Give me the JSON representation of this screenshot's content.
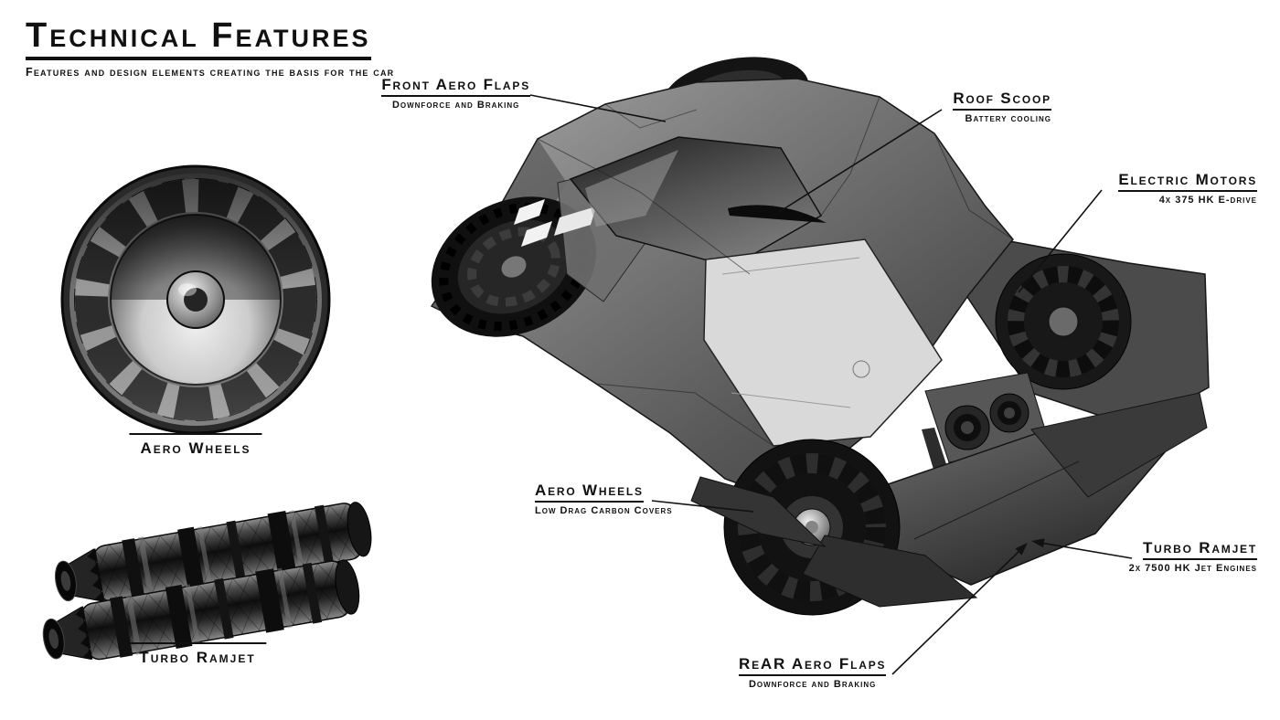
{
  "header": {
    "title": "Technical Features",
    "subtitle": "Features and design elements creating the basis for the car"
  },
  "insets": {
    "wheel": {
      "label": "Aero Wheels"
    },
    "ramjet": {
      "label": "Turbo Ramjet"
    }
  },
  "callouts": {
    "front_aero_flaps": {
      "label": "Front Aero Flaps",
      "sub": "Downforce and Braking"
    },
    "roof_scoop": {
      "label": "Roof Scoop",
      "sub": "Battery cooling"
    },
    "electric_motors": {
      "label": "Electric Motors",
      "sub": "4x 375 HK E-drive"
    },
    "aero_wheels": {
      "label": "Aero Wheels",
      "sub": "Low Drag Carbon Covers"
    },
    "turbo_ramjet": {
      "label": "Turbo Ramjet",
      "sub": "2x 7500 HK Jet Engines"
    },
    "rear_aero_flaps": {
      "label": "ReAR Aero Flaps",
      "sub": "Downforce and Braking"
    }
  },
  "colors": {
    "background": "#ffffff",
    "ink": "#111111"
  }
}
